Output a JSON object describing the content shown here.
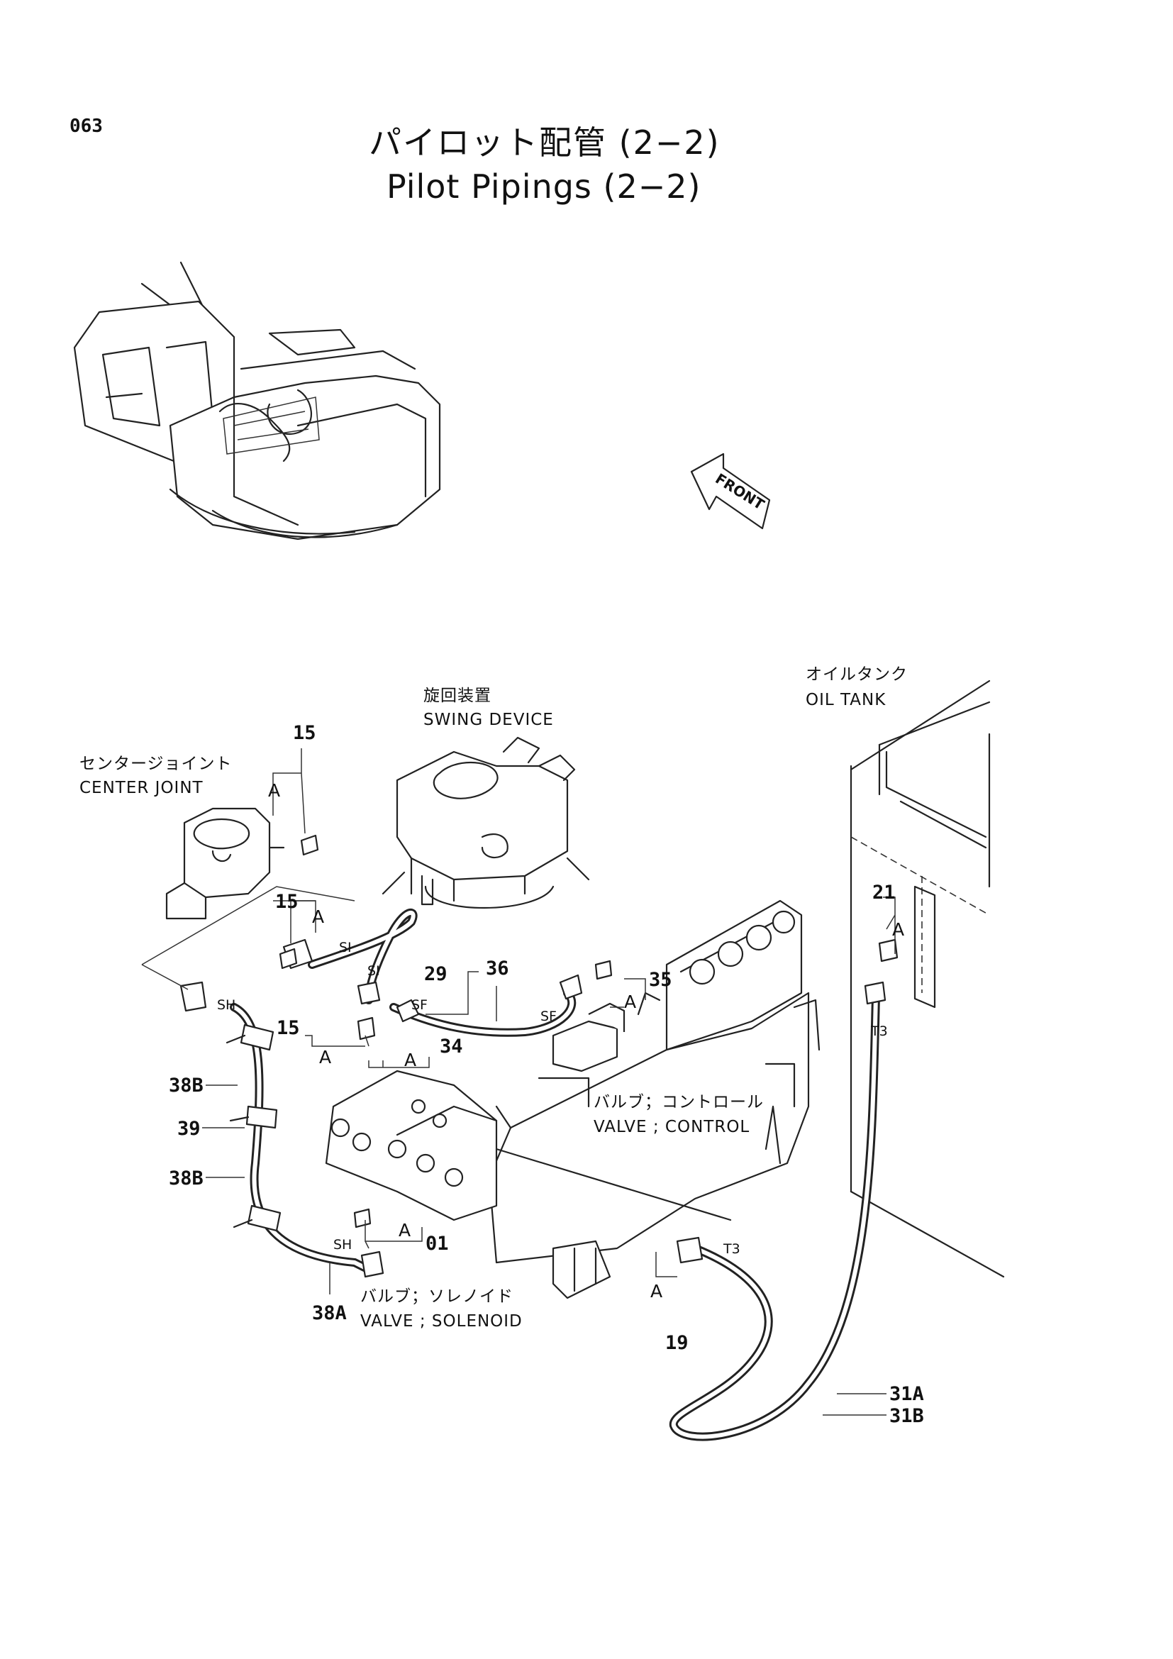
{
  "page_number": "063",
  "title": {
    "japanese": "パイロット配管 (2−2)",
    "english": "Pilot Pipings (2−2)"
  },
  "front_arrow": "FRONT",
  "captions": {
    "swing_device_jp": "旋回装置",
    "swing_device_en": "SWING DEVICE",
    "oil_tank_jp": "オイルタンク",
    "oil_tank_en": "OIL TANK",
    "center_joint_jp": "センタージョイント",
    "center_joint_en": "CENTER JOINT",
    "control_valve_jp": "バルブ；コントロール",
    "control_valve_en": "VALVE ; CONTROL",
    "solenoid_valve_jp": "バルブ；ソレノイド",
    "solenoid_valve_en": "VALVE ; SOLENOID"
  },
  "part_numbers": {
    "p15_top": "15",
    "p15_mid": "15",
    "p15_low": "15",
    "p21": "21",
    "p29": "29",
    "p36": "36",
    "p35": "35",
    "p34": "34",
    "p01": "01",
    "p19": "19",
    "p38B_top": "38B",
    "p39": "39",
    "p38B_low": "38B",
    "p38A": "38A",
    "p31A": "31A",
    "p31B": "31B"
  },
  "port_tags": {
    "si_1": "SI",
    "si_2": "SI",
    "sf_1": "SF",
    "sf_2": "SF",
    "sh_1": "SH",
    "sh_2": "SH",
    "t3_1": "T3",
    "t3_2": "T3"
  },
  "detail_refs": {
    "a1": "A",
    "a2": "A",
    "a3": "A",
    "a4": "A",
    "a5": "A",
    "a6": "A",
    "a7": "A",
    "a8": "A"
  }
}
